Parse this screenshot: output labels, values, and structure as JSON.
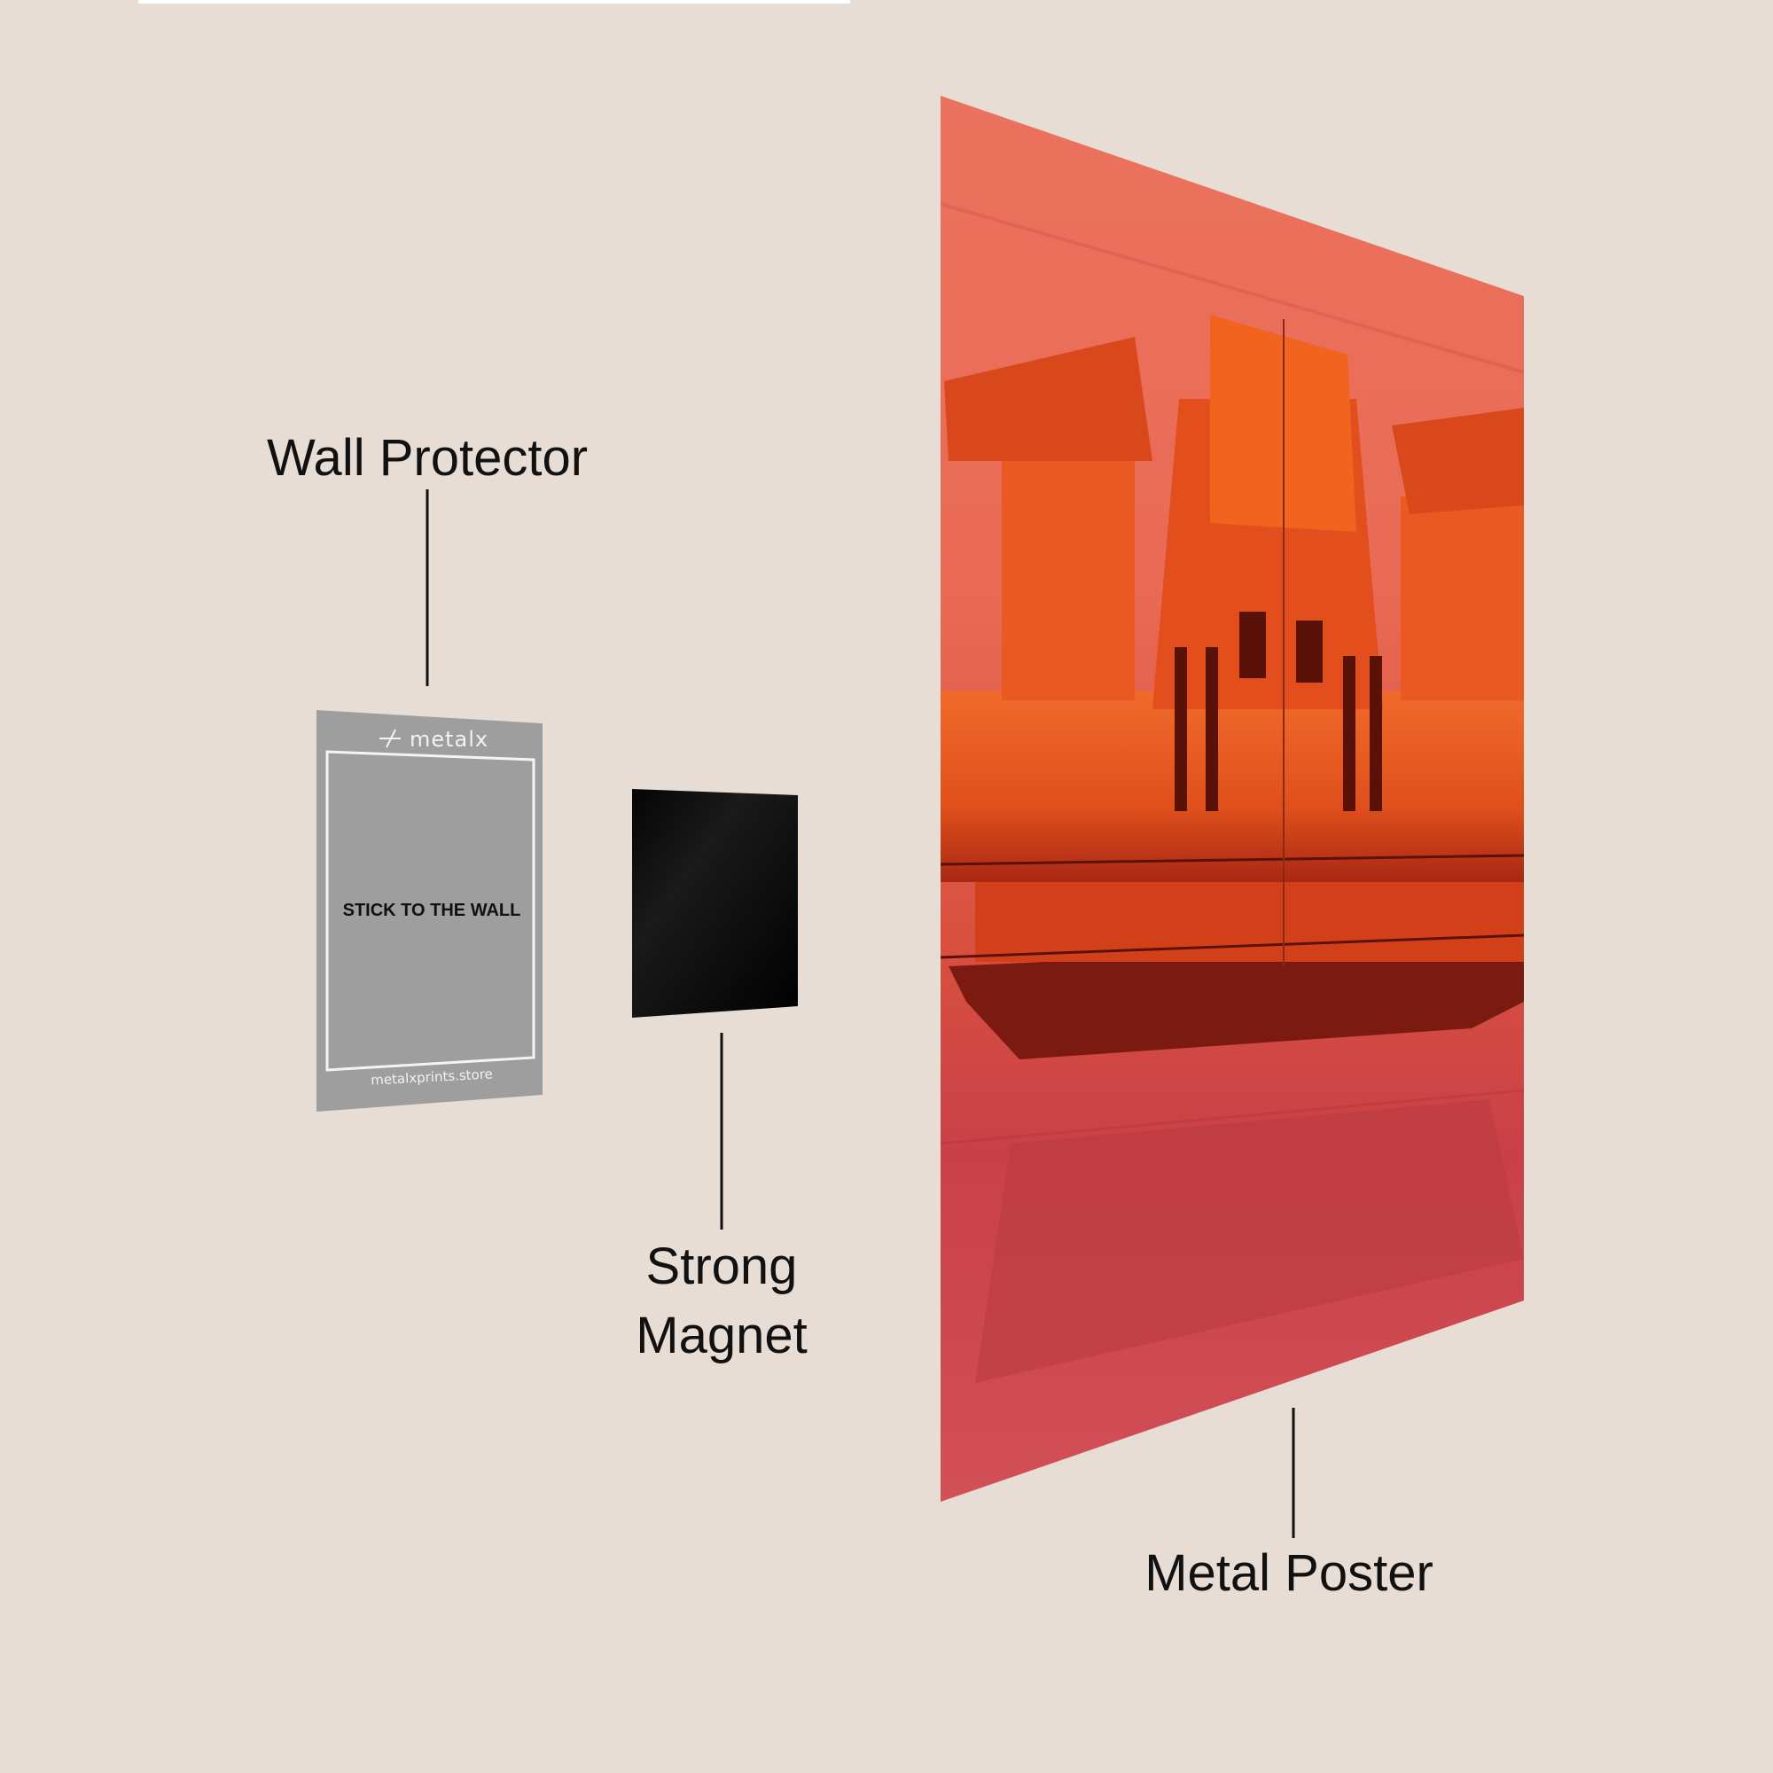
{
  "labels": {
    "wall_protector": "Wall Protector",
    "strong_magnet_line1": "Strong",
    "strong_magnet_line2": "Magnet",
    "metal_poster": "Metal Poster"
  },
  "wall_protector_card": {
    "brand_logo": "metalx",
    "instruction": "STICK TO THE WALL",
    "website": "metalxprints.store"
  },
  "colors": {
    "background": "#e8ddd5",
    "protector_gray": "#9e9e9e",
    "magnet": "#000000",
    "poster_top": "#e8705a",
    "poster_structure": "#e8501e",
    "poster_bottom": "#c8404a"
  }
}
